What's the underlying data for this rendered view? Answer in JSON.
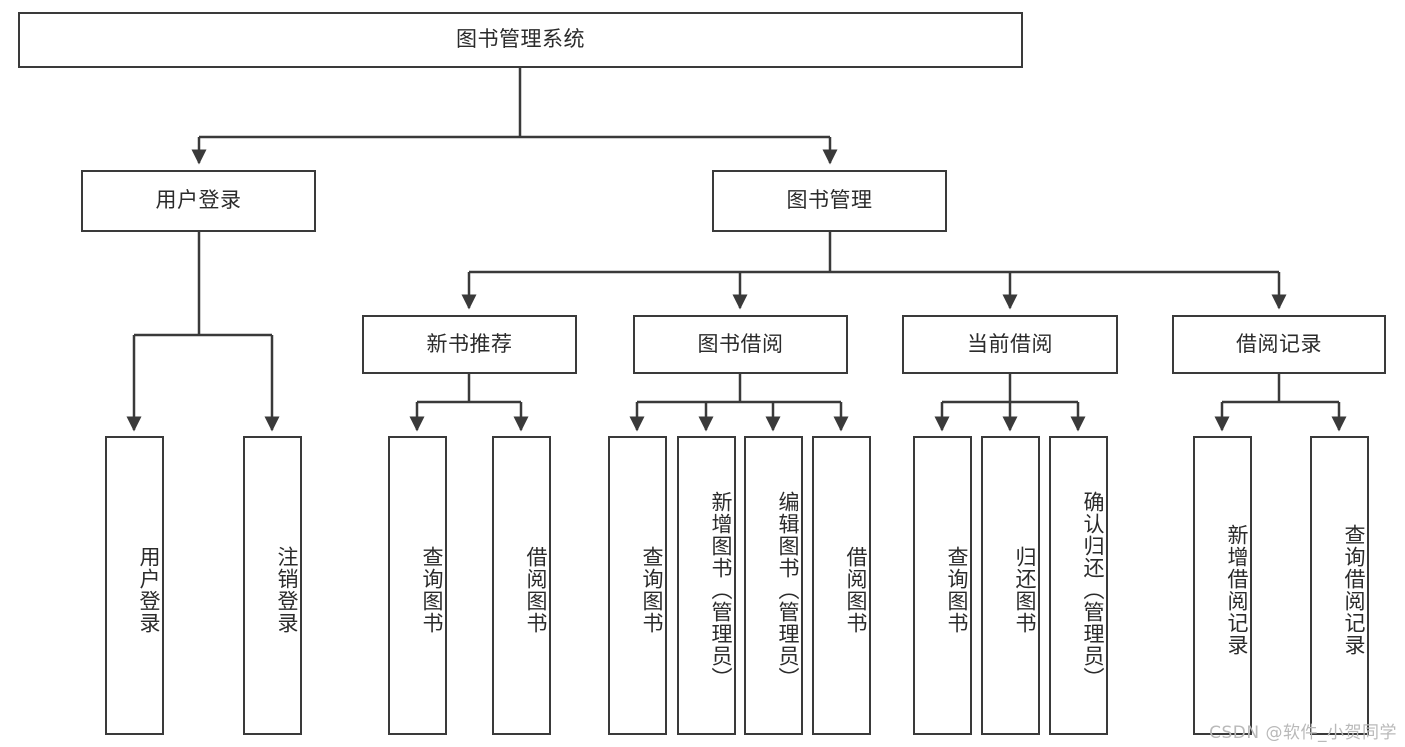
{
  "diagram": {
    "title": "图书管理系统",
    "type": "tree-hierarchy",
    "watermark": "CSDN @软件_小贺同学",
    "line_color": "#3a3a3a",
    "text_color": "#2b2b2b",
    "background": "#ffffff"
  },
  "nodes": {
    "root": {
      "label": "图书管理系统"
    },
    "level2": [
      {
        "label": "用户登录"
      },
      {
        "label": "图书管理"
      }
    ],
    "level3": [
      {
        "label": "新书推荐"
      },
      {
        "label": "图书借阅"
      },
      {
        "label": "当前借阅"
      },
      {
        "label": "借阅记录"
      }
    ],
    "leaves_user_login": [
      {
        "label": "用户登录"
      },
      {
        "label": "注销登录"
      }
    ],
    "leaves_new_book": [
      {
        "label": "查询图书"
      },
      {
        "label": "借阅图书"
      }
    ],
    "leaves_borrow": [
      {
        "label": "查询图书"
      },
      {
        "label": "新增图书（管理员）"
      },
      {
        "label": "编辑图书（管理员）"
      },
      {
        "label": "借阅图书"
      }
    ],
    "leaves_current": [
      {
        "label": "查询图书"
      },
      {
        "label": "归还图书"
      },
      {
        "label": "确认归还（管理员）"
      }
    ],
    "leaves_records": [
      {
        "label": "新增借阅记录"
      },
      {
        "label": "查询借阅记录"
      }
    ]
  }
}
